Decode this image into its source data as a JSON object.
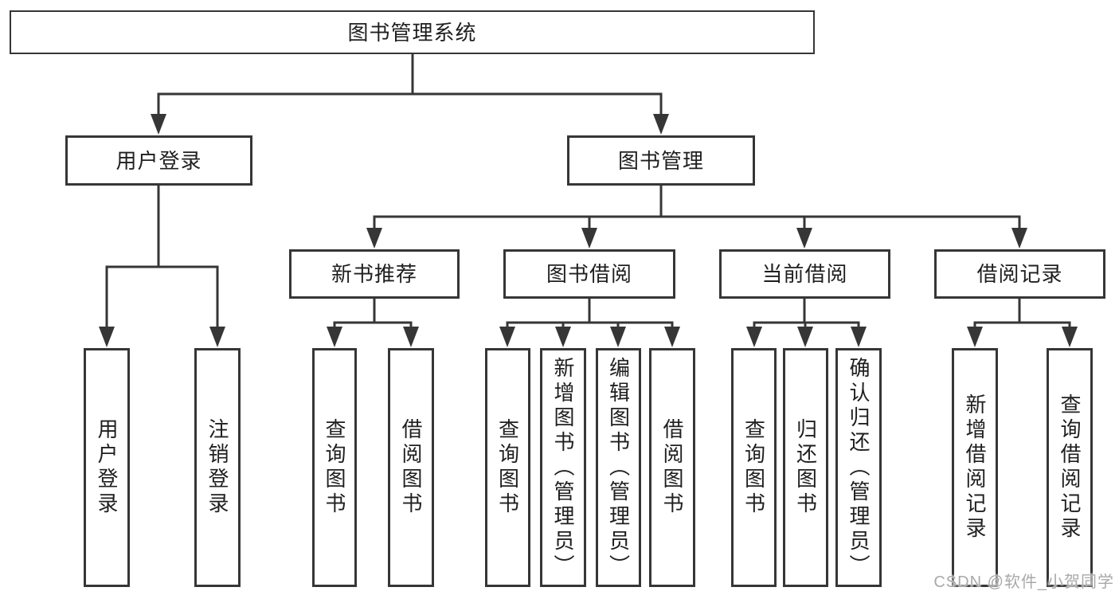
{
  "diagram": {
    "root": {
      "label": "图书管理系统",
      "children": [
        {
          "label": "用户登录",
          "children": [
            {
              "label": "用户登录"
            },
            {
              "label": "注销登录"
            }
          ]
        },
        {
          "label": "图书管理",
          "children": [
            {
              "label": "新书推荐",
              "children": [
                {
                  "label": "查询图书"
                },
                {
                  "label": "借阅图书"
                }
              ]
            },
            {
              "label": "图书借阅",
              "children": [
                {
                  "label": "查询图书"
                },
                {
                  "label": "新增图书（管理员）"
                },
                {
                  "label": "编辑图书（管理员）"
                },
                {
                  "label": "借阅图书"
                }
              ]
            },
            {
              "label": "当前借阅",
              "children": [
                {
                  "label": "查询图书"
                },
                {
                  "label": "归还图书"
                },
                {
                  "label": "确认归还（管理员）"
                }
              ]
            },
            {
              "label": "借阅记录",
              "children": [
                {
                  "label": "新增借阅记录"
                },
                {
                  "label": "查询借阅记录"
                }
              ]
            }
          ]
        }
      ]
    },
    "watermark": "CSDN @软件_小贺同学",
    "colors": {
      "line": "#363636",
      "text": "#1f1f1f",
      "watermark": "#a9a9a9",
      "background": "#ffffff"
    }
  }
}
